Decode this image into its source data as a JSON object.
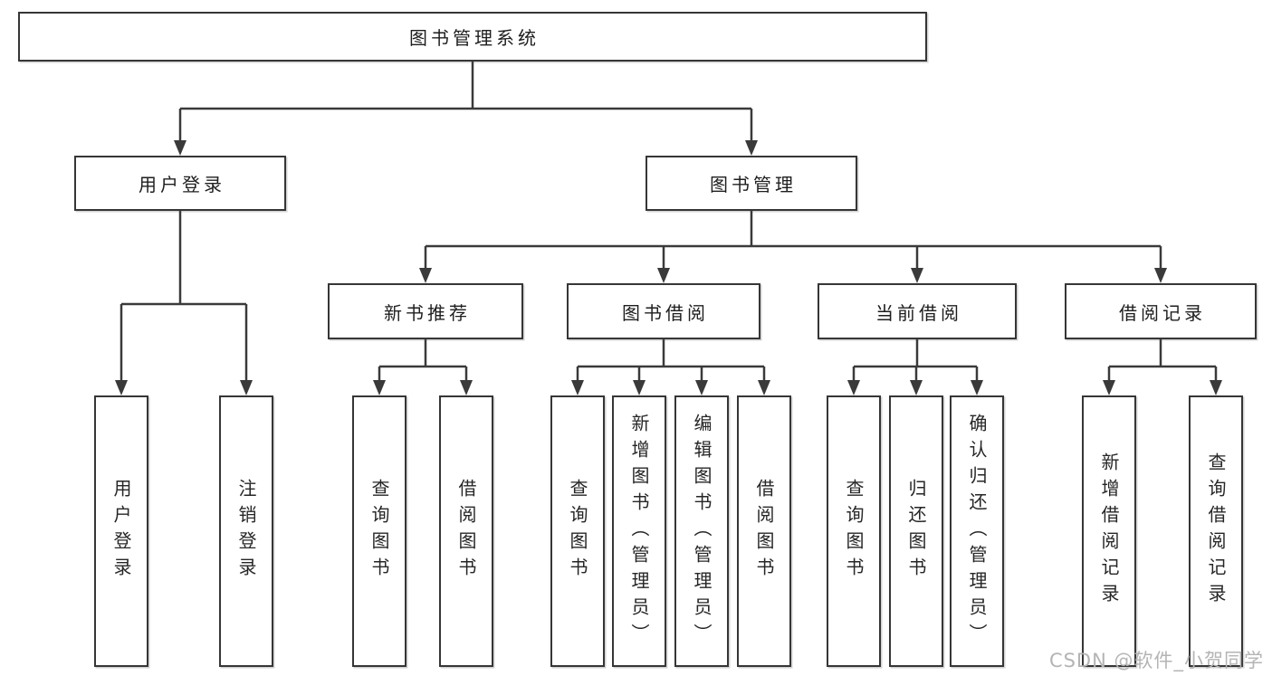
{
  "title": "图书管理系统",
  "watermark": "CSDN @软件_小贺同学",
  "colors": {
    "line": "#3a3a3a",
    "box_border": "#363636",
    "text": "#1e1e1e",
    "watermark": "#b4b4b4",
    "background": "#ffffff"
  },
  "tree": {
    "label": "图书管理系统",
    "children": [
      {
        "label": "用户登录",
        "children": [
          {
            "label": "用户登录"
          },
          {
            "label": "注销登录"
          }
        ]
      },
      {
        "label": "图书管理",
        "children": [
          {
            "label": "新书推荐",
            "children": [
              {
                "label": "查询图书"
              },
              {
                "label": "借阅图书"
              }
            ]
          },
          {
            "label": "图书借阅",
            "children": [
              {
                "label": "查询图书"
              },
              {
                "label": "新增图书（管理员）"
              },
              {
                "label": "编辑图书（管理员）"
              },
              {
                "label": "借阅图书"
              }
            ]
          },
          {
            "label": "当前借阅",
            "children": [
              {
                "label": "查询图书"
              },
              {
                "label": "归还图书"
              },
              {
                "label": "确认归还（管理员）"
              }
            ]
          },
          {
            "label": "借阅记录",
            "children": [
              {
                "label": "新增借阅记录"
              },
              {
                "label": "查询借阅记录"
              }
            ]
          }
        ]
      }
    ]
  }
}
